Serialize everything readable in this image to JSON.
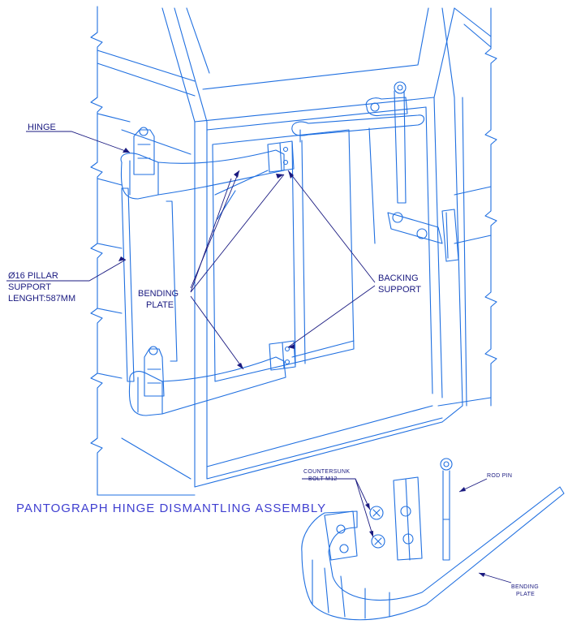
{
  "title": "PANTOGRAPH HINGE DISMANTLING ASSEMBLY",
  "labels": {
    "hinge": "HINGE",
    "pillar_1": "Ø16 PILLAR",
    "pillar_2": "SUPPORT",
    "pillar_3": "LENGHT:587MM",
    "bending_1": "BENDING",
    "bending_2": "PLATE",
    "backing_1": "BACKING",
    "backing_2": "SUPPORT",
    "countersunk_1": "COUNTERSUNK",
    "countersunk_2": "BOLT M12",
    "rod_pin": "ROD PIN",
    "bending_small_1": "BENDING",
    "bending_small_2": "PLATE"
  },
  "colors": {
    "line": "#1f6fe0",
    "leader": "#1a1a80",
    "title": "#3f3fd0"
  }
}
